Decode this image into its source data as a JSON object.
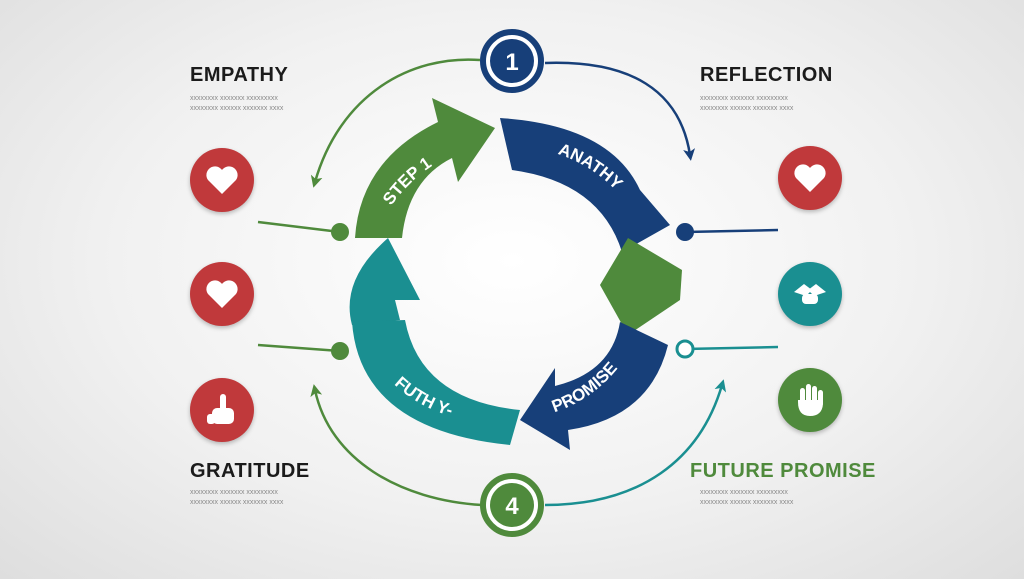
{
  "headings": {
    "top_left": "EMPATHY",
    "top_right": "REFLECTION",
    "bottom_left": "GRATITUDE",
    "bottom_right": "FUTURE PROMISE"
  },
  "captions": {
    "top_left": [
      "xxxxxxxx xxxxxxx xxxxxxxxx",
      "xxxxxxxx xxxxxx xxxxxxx xxxx"
    ],
    "top_right": [
      "xxxxxxxx xxxxxxx xxxxxxxxx",
      "xxxxxxxx xxxxxx xxxxxxx xxxx"
    ],
    "bottom_left": [
      "xxxxxxxx xxxxxxx xxxxxxxxx",
      "xxxxxxxx xxxxxx xxxxxxx xxxx"
    ],
    "bottom_right": [
      "xxxxxxxx xxxxxxx xxxxxxxxx",
      "xxxxxxxx xxxxxx xxxxxxx xxxx"
    ]
  },
  "steps": {
    "top_number": "1",
    "bottom_number": "4"
  },
  "arcs": {
    "green_top": "STEP 1",
    "blue_top": "ANATHY",
    "teal_bottom": "FUTH Y-",
    "blue_bottom": "PROMISE"
  },
  "icons": {
    "left": [
      "heart-icon",
      "heart-icon",
      "hand-pointing-icon"
    ],
    "right": [
      "heart-icon",
      "handshake-icon",
      "raised-hand-icon"
    ]
  },
  "colors": {
    "green": "#4f8a3c",
    "navy": "#173f79",
    "teal": "#1a8f91",
    "red": "#c0393b"
  }
}
